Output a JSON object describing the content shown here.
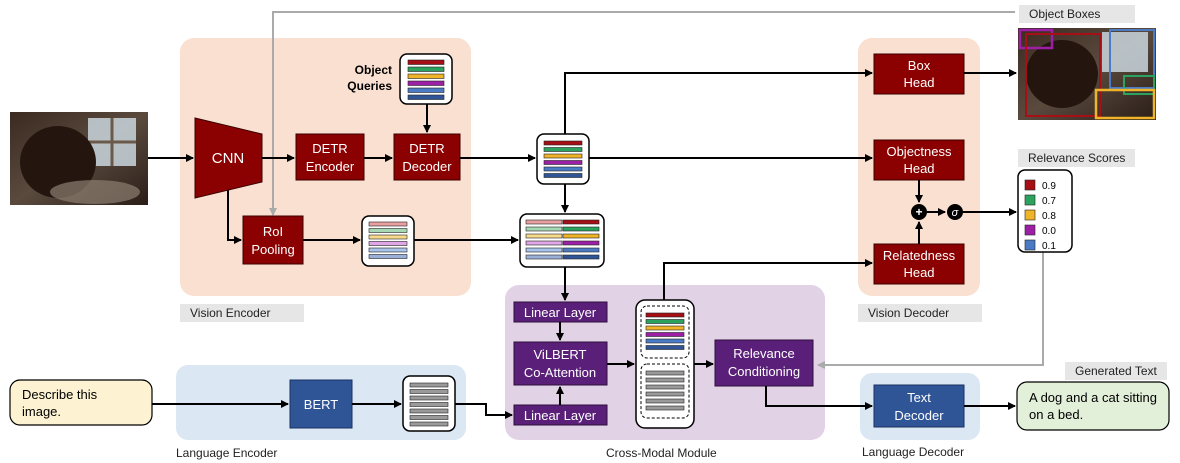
{
  "colors": {
    "vision_bg": "#f9e0d0",
    "cross_bg": "#e2d2e6",
    "lang_bg": "#dbe8f4",
    "dark_red": "#8b0000",
    "purple": "#5a1f78",
    "blue": "#2f5597",
    "input_yellow": "#fdf3d2",
    "output_green": "#e3f0d9",
    "gray_arrow": "#aaaaaa"
  },
  "regions": {
    "vision_encoder": "Vision Encoder",
    "vision_decoder": "Vision Decoder",
    "cross_modal": "Cross-Modal Module",
    "language_encoder": "Language Encoder",
    "language_decoder": "Language Decoder"
  },
  "nodes": {
    "cnn": "CNN",
    "detr_encoder": [
      "DETR",
      "Encoder"
    ],
    "detr_decoder": [
      "DETR",
      "Decoder"
    ],
    "object_queries": [
      "Object",
      "Queries"
    ],
    "roi_pooling": [
      "RoI",
      "Pooling"
    ],
    "box_head": [
      "Box",
      "Head"
    ],
    "objectness_head": [
      "Objectness",
      "Head"
    ],
    "relatedness_head": [
      "Relatedness",
      "Head"
    ],
    "linear_layer_top": "Linear Layer",
    "vilbert": [
      "ViLBERT",
      "Co-Attention"
    ],
    "linear_layer_bottom": "Linear Layer",
    "relevance_conditioning": [
      "Relevance",
      "Conditioning"
    ],
    "bert": "BERT",
    "text_decoder": [
      "Text",
      "Decoder"
    ],
    "plus_symbol": "+",
    "sigma_symbol": "σ"
  },
  "inputs": {
    "prompt": [
      "Describe this",
      "image."
    ]
  },
  "outputs": {
    "object_boxes_label": "Object Boxes",
    "relevance_scores_label": "Relevance Scores",
    "generated_text_label": "Generated Text",
    "generated_text": [
      "A dog and a cat sitting",
      "on a bed."
    ]
  },
  "relevance_scores": [
    {
      "value": "0.9",
      "color": "#a50f15"
    },
    {
      "value": "0.7",
      "color": "#2ca25f"
    },
    {
      "value": "0.8",
      "color": "#f0b429"
    },
    {
      "value": "0.0",
      "color": "#9c1fa5"
    },
    {
      "value": "0.1",
      "color": "#4a7bc4"
    }
  ],
  "token_stripe_colors": [
    "#a50f15",
    "#2ca25f",
    "#f0b429",
    "#9c1fa5",
    "#4a7bc4"
  ],
  "roi_stripe_colors": [
    "#e8a0a0",
    "#a6d8b4",
    "#f6d98a",
    "#e0a6e6",
    "#a9c4ea"
  ],
  "icons": {
    "input_image": "dog-photo-icon",
    "output_image": "dog-photo-with-boxes-icon"
  }
}
